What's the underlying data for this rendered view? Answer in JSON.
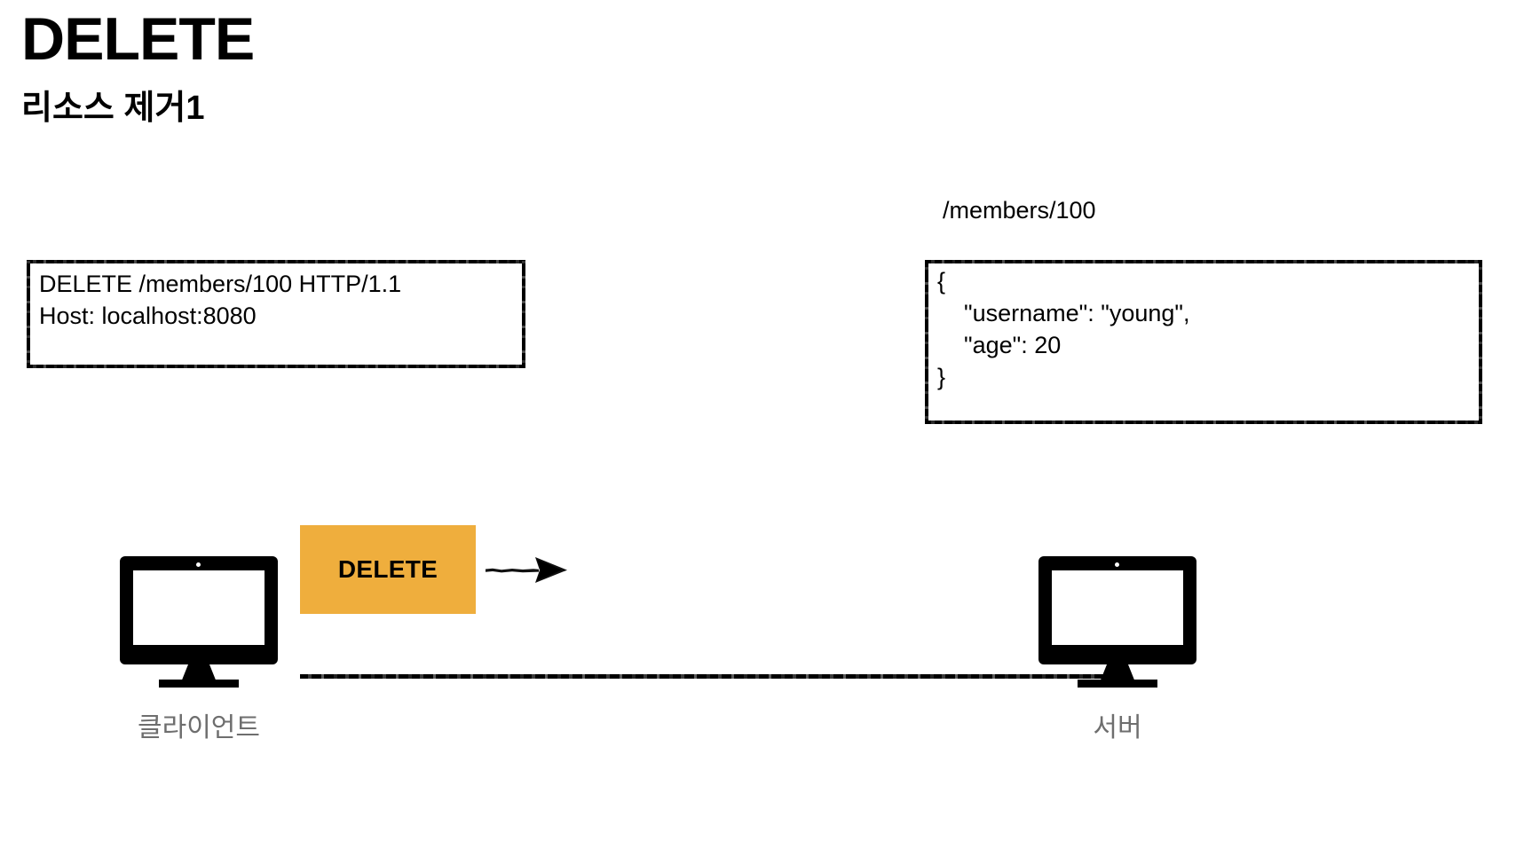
{
  "header": {
    "title": "DELETE",
    "subtitle": "리소스 제거1"
  },
  "request_box": {
    "name": "http-request-box",
    "lines": [
      "DELETE /members/100 HTTP/1.1",
      "Host: localhost:8080"
    ],
    "text": "DELETE /members/100 HTTP/1.1\nHost: localhost:8080"
  },
  "resource": {
    "path_label": "/members/100",
    "body_lines": [
      "{",
      "    \"username\": \"young\",",
      "    \"age\": 20",
      "}"
    ],
    "text": "{\n    \"username\": \"young\",\n    \"age\": 20\n}"
  },
  "diagram": {
    "client_label": "클라이언트",
    "server_label": "서버",
    "method_badge": "DELETE",
    "icons": {
      "client": "monitor-icon",
      "server": "monitor-icon",
      "flow": "arrow-right-icon"
    }
  },
  "colors": {
    "accent_orange": "#EFAE3D",
    "ink": "#000000",
    "label_gray": "#6E6E6E",
    "background": "#FFFFFF"
  }
}
